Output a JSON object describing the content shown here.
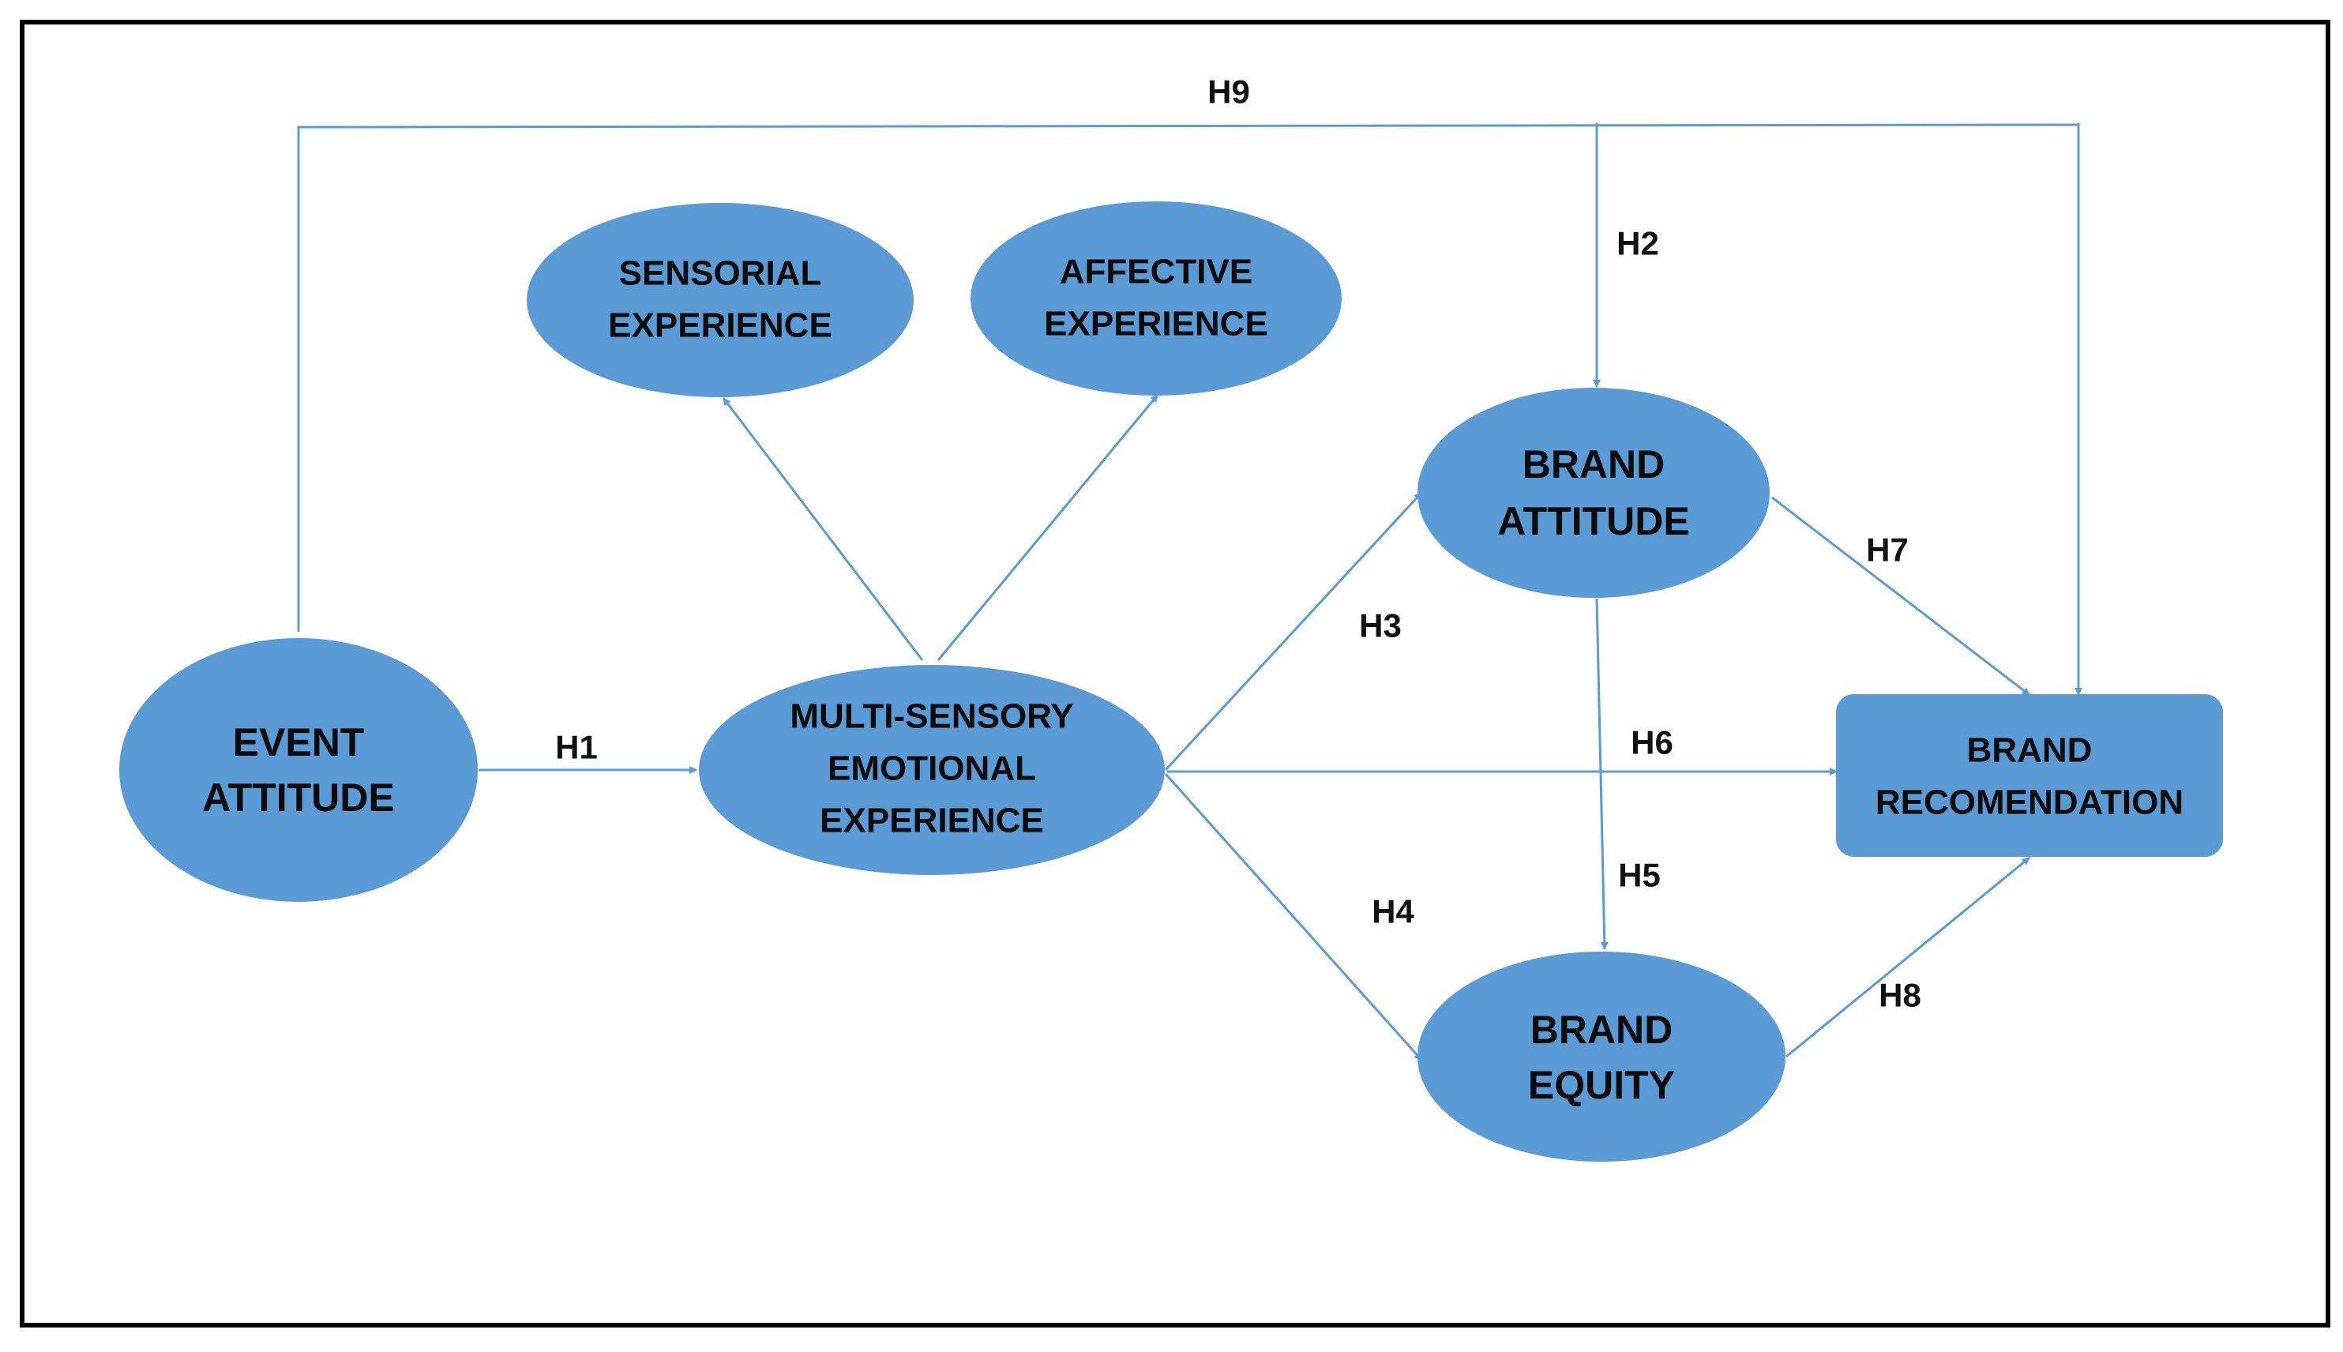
{
  "colors": {
    "node_fill": "#5b9bd5",
    "edge": "#5b9bd5",
    "text": "#0b0b0b",
    "frame": "#000000"
  },
  "nodes": [
    {
      "id": "event-attitude",
      "shape": "ellipse",
      "lines": [
        "EVENT",
        "ATTITUDE"
      ]
    },
    {
      "id": "multi-sensory",
      "shape": "ellipse",
      "lines": [
        "MULTI-SENSORY",
        "EMOTIONAL",
        "EXPERIENCE"
      ]
    },
    {
      "id": "sensorial",
      "shape": "ellipse",
      "lines": [
        "SENSORIAL",
        "EXPERIENCE"
      ]
    },
    {
      "id": "affective",
      "shape": "ellipse",
      "lines": [
        "AFFECTIVE",
        "EXPERIENCE"
      ]
    },
    {
      "id": "brand-attitude",
      "shape": "ellipse",
      "lines": [
        "BRAND",
        "ATTITUDE"
      ]
    },
    {
      "id": "brand-equity",
      "shape": "ellipse",
      "lines": [
        "BRAND",
        "EQUITY"
      ]
    },
    {
      "id": "brand-recommendation",
      "shape": "rounded-rect",
      "lines": [
        "BRAND",
        "RECOMENDATION"
      ]
    }
  ],
  "edges": [
    {
      "id": "h1",
      "from": "event-attitude",
      "to": "multi-sensory",
      "label": "H1"
    },
    {
      "id": "h2",
      "from": "event-attitude",
      "to": "brand-attitude",
      "label": "H2"
    },
    {
      "id": "h3",
      "from": "multi-sensory",
      "to": "brand-attitude",
      "label": "H3"
    },
    {
      "id": "h4",
      "from": "multi-sensory",
      "to": "brand-equity",
      "label": "H4"
    },
    {
      "id": "h5",
      "from": "brand-attitude",
      "to": "brand-equity",
      "label": "H5"
    },
    {
      "id": "h6",
      "from": "multi-sensory",
      "to": "brand-recommendation",
      "label": "H6"
    },
    {
      "id": "h7",
      "from": "brand-attitude",
      "to": "brand-recommendation",
      "label": "H7"
    },
    {
      "id": "h8",
      "from": "brand-equity",
      "to": "brand-recommendation",
      "label": "H8"
    },
    {
      "id": "h9",
      "from": "event-attitude",
      "to": "brand-recommendation",
      "label": "H9"
    },
    {
      "id": "to-sensorial",
      "from": "multi-sensory",
      "to": "sensorial",
      "label": ""
    },
    {
      "id": "to-affective",
      "from": "multi-sensory",
      "to": "affective",
      "label": ""
    }
  ]
}
